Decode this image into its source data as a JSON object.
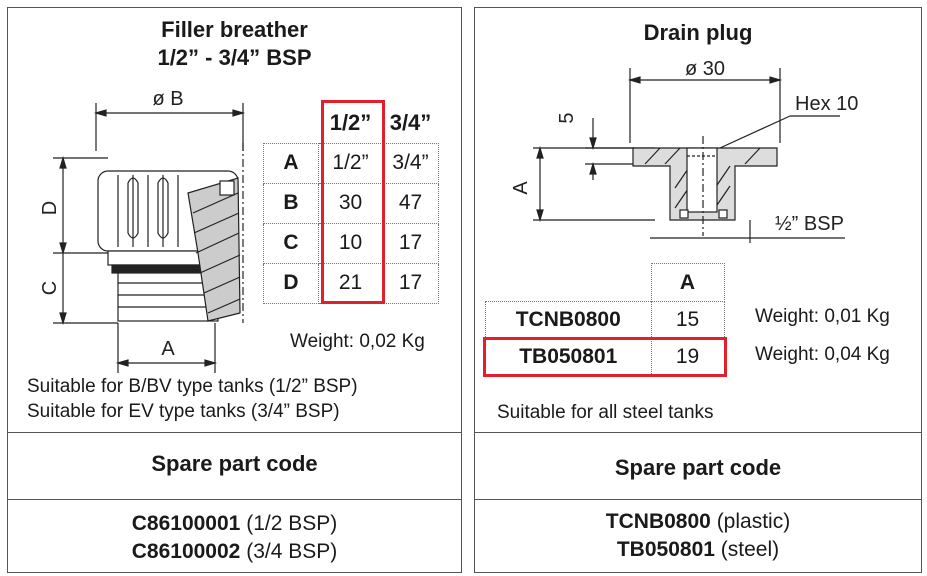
{
  "left": {
    "title_line1": "Filler breather",
    "title_line2": "1/2” - 3/4” BSP",
    "drawing_labels": {
      "dia_b": "ø B",
      "d": "D",
      "c": "C",
      "a": "A"
    },
    "table": {
      "headers": [
        "1/2”",
        "3/4”"
      ],
      "rows": [
        {
          "label": "A",
          "v1": "1/2”",
          "v2": "3/4”"
        },
        {
          "label": "B",
          "v1": "30",
          "v2": "47"
        },
        {
          "label": "C",
          "v1": "10",
          "v2": "17"
        },
        {
          "label": "D",
          "v1": "21",
          "v2": "17"
        }
      ]
    },
    "weight": "Weight: 0,02 Kg",
    "suitable_1": "Suitable for B/BV type tanks (1/2” BSP)",
    "suitable_2": "Suitable for EV type tanks (3/4” BSP)",
    "spare_title": "Spare part code",
    "codes": [
      {
        "code": "C86100001",
        "desc": "(1/2 BSP)"
      },
      {
        "code": "C86100002",
        "desc": "(3/4 BSP)"
      }
    ]
  },
  "right": {
    "title": "Drain plug",
    "drawing_labels": {
      "dia": "ø 30",
      "five": "5",
      "hex": "Hex 10",
      "a": "A",
      "bsp": "½” BSP"
    },
    "table": {
      "header": "A",
      "rows": [
        {
          "code": "TCNB0800",
          "value": "15",
          "weight": "Weight: 0,01 Kg"
        },
        {
          "code": "TB050801",
          "value": "19",
          "weight": "Weight: 0,04 Kg"
        }
      ]
    },
    "suitable": "Suitable for all steel tanks",
    "spare_title": "Spare part code",
    "codes": [
      {
        "code": "TCNB0800",
        "desc": "(plastic)"
      },
      {
        "code": "TB050801",
        "desc": "(steel)"
      }
    ]
  },
  "colors": {
    "highlight": "#e0202a",
    "border": "#555555",
    "hatch": "#444444"
  }
}
